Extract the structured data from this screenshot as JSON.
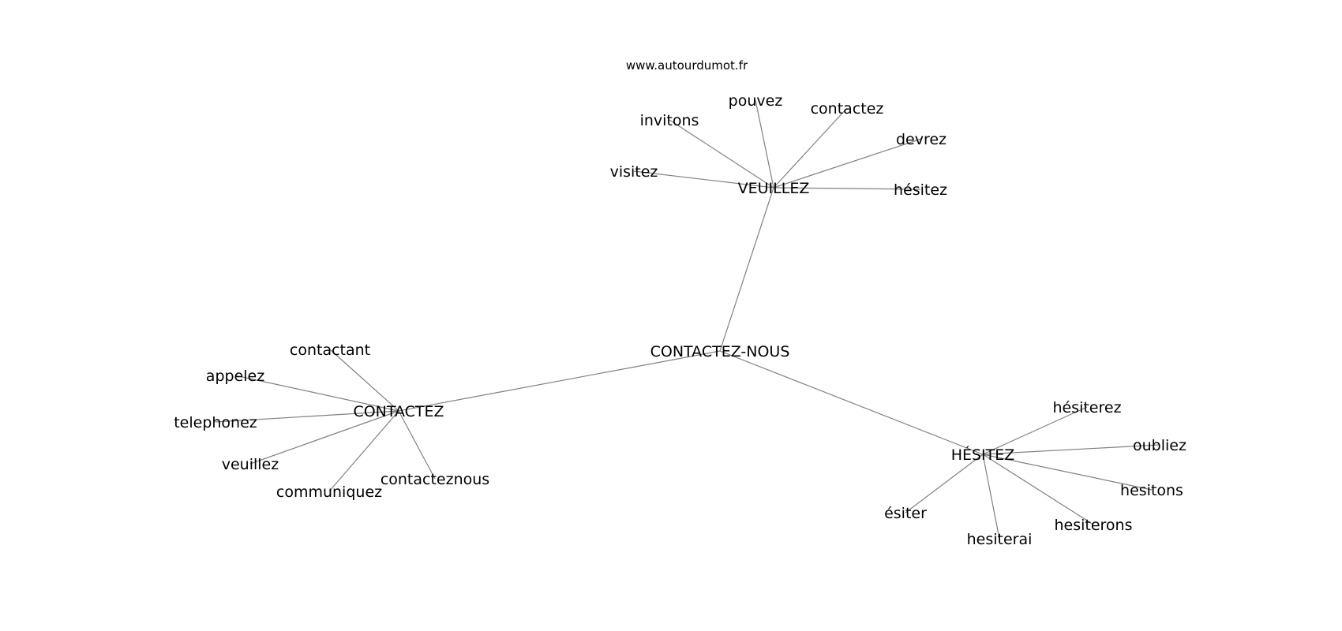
{
  "watermark": "www.autourdumot.fr",
  "graph": {
    "type": "word-association-network",
    "edge_color": "#808080",
    "center": "CONTACTEZ-NOUS",
    "nodes": [
      {
        "id": "CONTACTEZ-NOUS",
        "label": "CONTACTEZ-NOUS",
        "role": "center"
      },
      {
        "id": "VEUILLEZ",
        "label": "VEUILLEZ",
        "role": "hub"
      },
      {
        "id": "CONTACTEZ",
        "label": "CONTACTEZ",
        "role": "hub"
      },
      {
        "id": "HESITEZ",
        "label": "HÉSITEZ",
        "role": "hub"
      },
      {
        "id": "invitons",
        "label": "invitons",
        "role": "leaf"
      },
      {
        "id": "pouvez",
        "label": "pouvez",
        "role": "leaf"
      },
      {
        "id": "contactez",
        "label": "contactez",
        "role": "leaf"
      },
      {
        "id": "devrez",
        "label": "devrez",
        "role": "leaf"
      },
      {
        "id": "visitez",
        "label": "visitez",
        "role": "leaf"
      },
      {
        "id": "hesitez_l",
        "label": "hésitez",
        "role": "leaf"
      },
      {
        "id": "contactant",
        "label": "contactant",
        "role": "leaf"
      },
      {
        "id": "appelez",
        "label": "appelez",
        "role": "leaf"
      },
      {
        "id": "telephonez",
        "label": "telephonez",
        "role": "leaf"
      },
      {
        "id": "veuillez_l",
        "label": "veuillez",
        "role": "leaf"
      },
      {
        "id": "communiquez",
        "label": "communiquez",
        "role": "leaf"
      },
      {
        "id": "contacteznous",
        "label": "contacteznous",
        "role": "leaf"
      },
      {
        "id": "hesiterez",
        "label": "hésiterez",
        "role": "leaf"
      },
      {
        "id": "oubliez",
        "label": "oubliez",
        "role": "leaf"
      },
      {
        "id": "hesitons",
        "label": "hesitons",
        "role": "leaf"
      },
      {
        "id": "hesiterons",
        "label": "hesiterons",
        "role": "leaf"
      },
      {
        "id": "hesiterai",
        "label": "hesiterai",
        "role": "leaf"
      },
      {
        "id": "esiter",
        "label": "ésiter",
        "role": "leaf"
      }
    ],
    "edges": [
      [
        "CONTACTEZ-NOUS",
        "VEUILLEZ"
      ],
      [
        "CONTACTEZ-NOUS",
        "CONTACTEZ"
      ],
      [
        "CONTACTEZ-NOUS",
        "HESITEZ"
      ],
      [
        "VEUILLEZ",
        "invitons"
      ],
      [
        "VEUILLEZ",
        "pouvez"
      ],
      [
        "VEUILLEZ",
        "contactez"
      ],
      [
        "VEUILLEZ",
        "devrez"
      ],
      [
        "VEUILLEZ",
        "visitez"
      ],
      [
        "VEUILLEZ",
        "hesitez_l"
      ],
      [
        "CONTACTEZ",
        "contactant"
      ],
      [
        "CONTACTEZ",
        "appelez"
      ],
      [
        "CONTACTEZ",
        "telephonez"
      ],
      [
        "CONTACTEZ",
        "veuillez_l"
      ],
      [
        "CONTACTEZ",
        "communiquez"
      ],
      [
        "CONTACTEZ",
        "contacteznous"
      ],
      [
        "HESITEZ",
        "hesiterez"
      ],
      [
        "HESITEZ",
        "oubliez"
      ],
      [
        "HESITEZ",
        "hesitons"
      ],
      [
        "HESITEZ",
        "hesiterons"
      ],
      [
        "HESITEZ",
        "hesiterai"
      ],
      [
        "HESITEZ",
        "esiter"
      ]
    ]
  }
}
